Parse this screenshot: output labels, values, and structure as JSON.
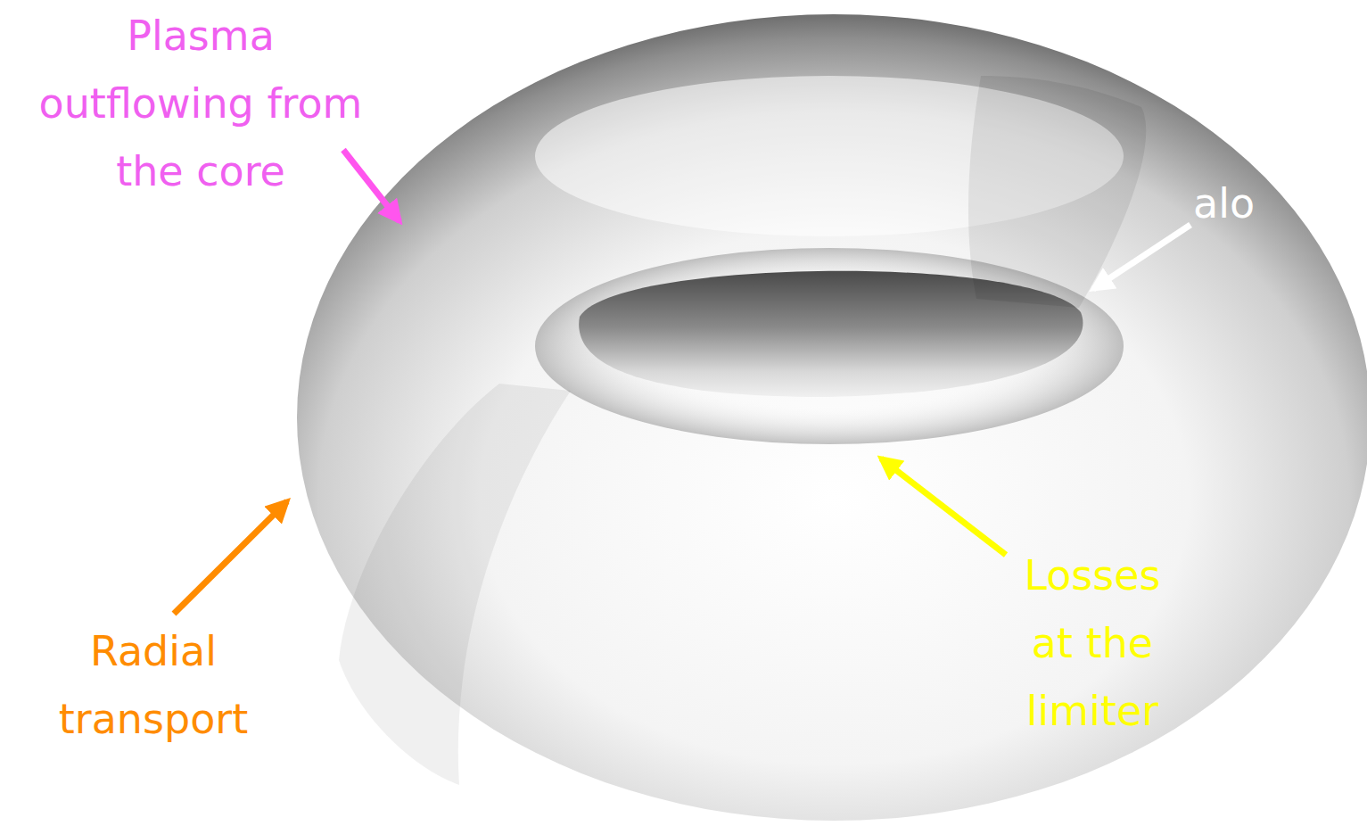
{
  "diagram": {
    "labels": [
      "Plasma outflowing from the core",
      "alo",
      "Losses at the limiter",
      "Radial transport"
    ]
  }
}
